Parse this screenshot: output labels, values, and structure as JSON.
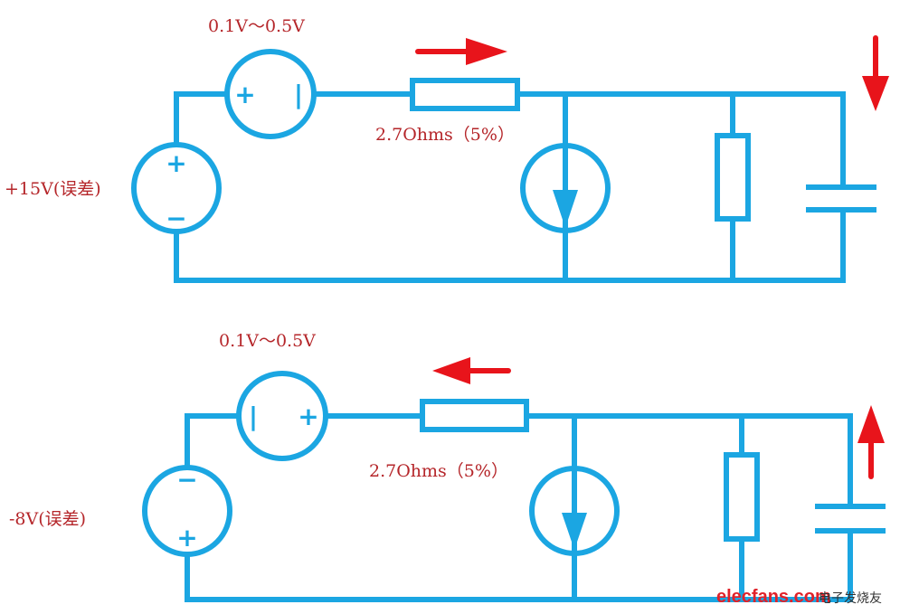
{
  "circuits": [
    {
      "source_label": "+15V(误差)",
      "offset_label": "0.1V～0.5V",
      "resistor_label": "2.7Ohms（5%）",
      "main_source_polarity": {
        "top": "+",
        "bottom": "−"
      },
      "offset_source_polarity": {
        "left": "+",
        "right": "|"
      },
      "current_arrow": "right",
      "capacitor_arrow": "down"
    },
    {
      "source_label": "-8V(误差)",
      "offset_label": "0.1V～0.5V",
      "resistor_label": "2.7Ohms（5%）",
      "main_source_polarity": {
        "top": "−",
        "bottom": "+"
      },
      "offset_source_polarity": {
        "left": "|",
        "right": "+"
      },
      "current_arrow": "left",
      "capacitor_arrow": "up"
    }
  ],
  "colors": {
    "wire": "#1ba6e2",
    "arrow": "#e8141b",
    "label": "#b5262a"
  },
  "watermark": {
    "brand": "elecfans.com",
    "cn": "电子发烧友"
  }
}
